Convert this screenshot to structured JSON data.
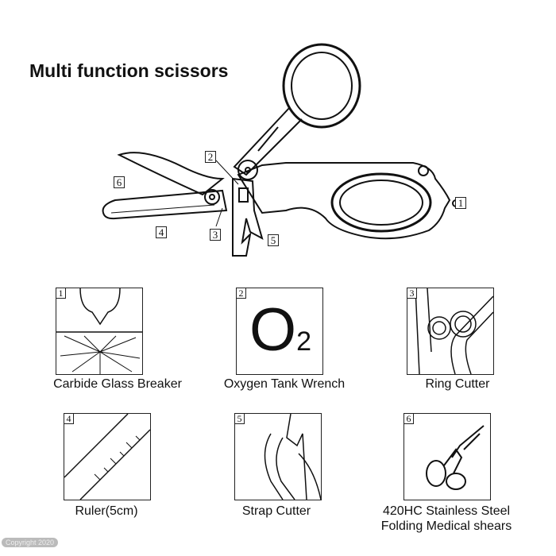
{
  "title": "Multi function scissors",
  "callouts": [
    "1",
    "2",
    "3",
    "4",
    "5",
    "6"
  ],
  "features": [
    {
      "number": "1",
      "label": "Carbide Glass Breaker"
    },
    {
      "number": "2",
      "label": "Oxygen Tank Wrench",
      "icon_text": "O",
      "icon_sub": "2"
    },
    {
      "number": "3",
      "label": "Ring Cutter"
    },
    {
      "number": "4",
      "label": "Ruler(5cm)"
    },
    {
      "number": "5",
      "label": "Strap Cutter"
    },
    {
      "number": "6",
      "label": "420HC Stainless Steel",
      "label2": "Folding Medical shears"
    }
  ],
  "watermark": "Copyright 2020"
}
